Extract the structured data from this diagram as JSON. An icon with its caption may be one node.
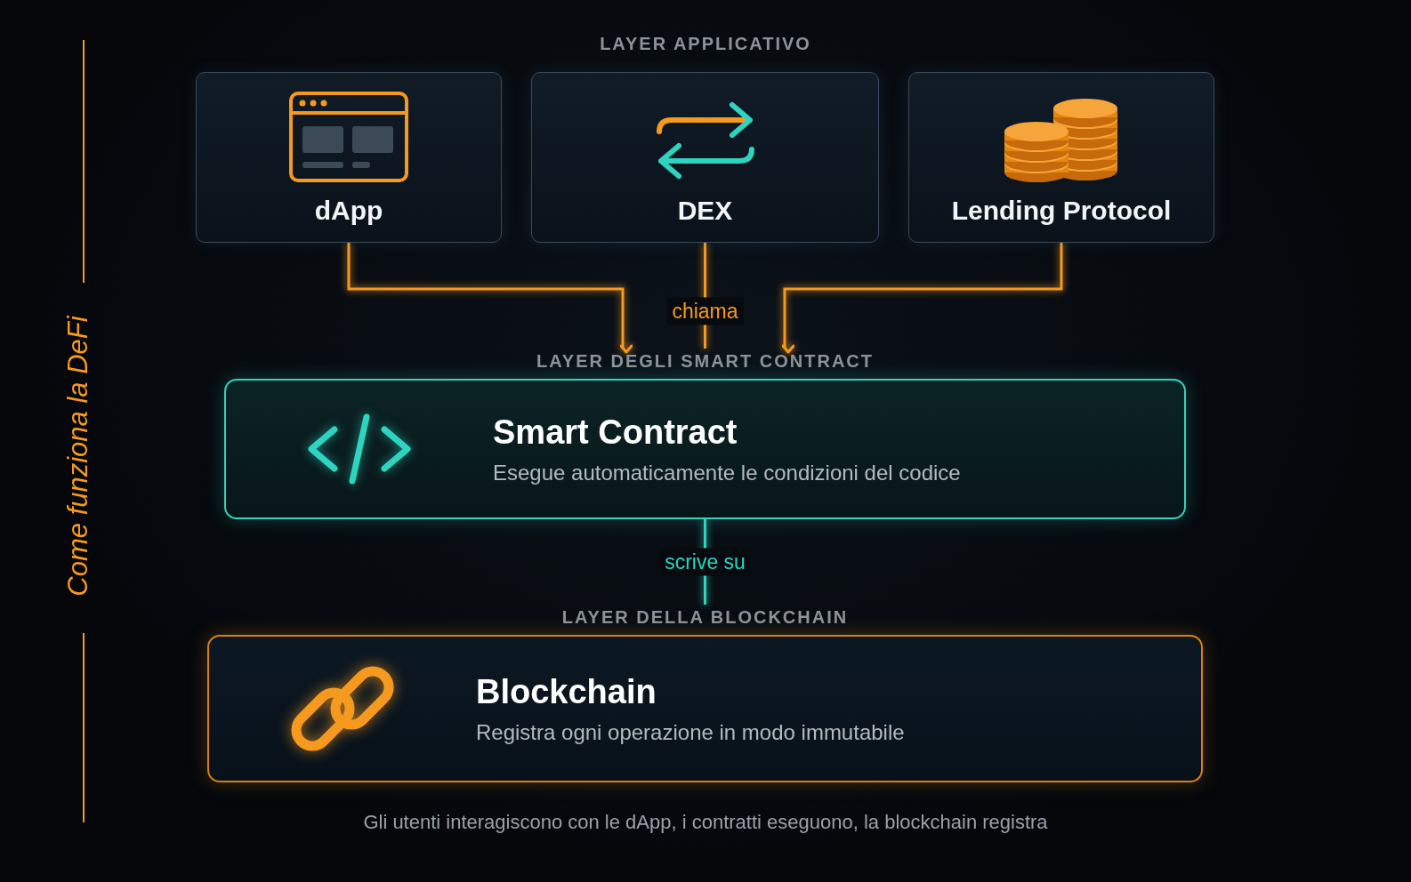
{
  "diagram": {
    "title": "Come funziona la DeFi",
    "caption": "Gli utenti interagiscono con le dApp, i contratti eseguono, la blockchain registra",
    "nodes": [
      {
        "text": [
          "dApp"
        ]
      },
      {
        "text": [
          "DEX"
        ]
      },
      {
        "text": [
          "Lending Protocol"
        ]
      },
      {
        "text": [
          "LAYER DEGLI SMART CONTRACT",
          "Smart Contract",
          "Esegue automaticamente le condizioni del codice"
        ]
      },
      {
        "text": [
          "LAYER DELLA BLOCKCHAIN",
          "Blockchain",
          "Registra ogni operazione in modo immutabile"
        ]
      }
    ],
    "edges": [
      {
        "from": 0,
        "to": 3,
        "arrow": "to"
      },
      {
        "from": 1,
        "to": 3,
        "arrow": "none",
        "label": "chiama"
      },
      {
        "from": 2,
        "to": 3,
        "arrow": "to"
      },
      {
        "from": 3,
        "to": 4,
        "arrow": "none",
        "label": "scrive su",
        "color": "#2dd4bf"
      }
    ],
    "labels": [
      "LAYER APPLICATIVO"
    ]
  }
}
